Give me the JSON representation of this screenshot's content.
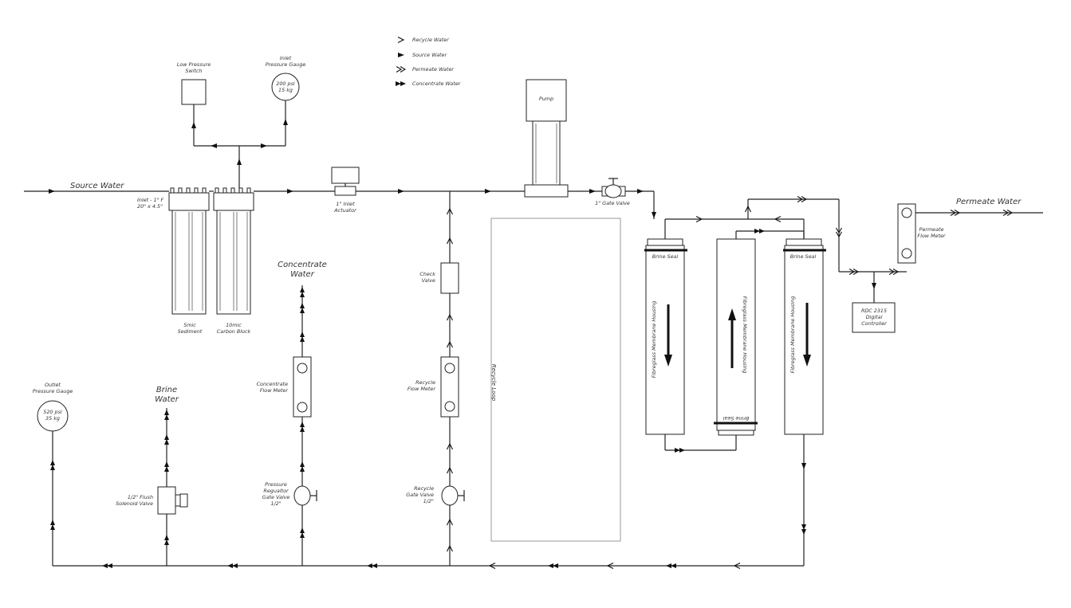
{
  "colors": {
    "line": "#222222",
    "arrow": "#111111",
    "text": "#333333",
    "loop": "#999999"
  },
  "legend": [
    {
      "label": "Recycle Water",
      "icon": "recycle-arrow-icon"
    },
    {
      "label": "Source Water",
      "icon": "source-arrow-icon"
    },
    {
      "label": "Permeate Water",
      "icon": "permeate-arrow-icon"
    },
    {
      "label": "Concentrate Water",
      "icon": "concentrate-arrow-icon"
    }
  ],
  "labels": {
    "source_water": "Source Water",
    "permeate_water": "Permeate Water",
    "concentrate_water": [
      "Concentrate",
      "Water"
    ],
    "brine_water": [
      "Brine",
      "Water"
    ],
    "recycle_loop": "Recycle Loop",
    "inlet_size": [
      "Inlet - 1\" F",
      "20\" x 4.5\""
    ],
    "low_pressure_switch": [
      "Low Pressure",
      "Switch"
    ],
    "inlet_gauge": [
      "Inlet",
      "Pressure Gauge"
    ],
    "inlet_gauge_values": [
      "200 psi",
      "15 kg"
    ],
    "outlet_gauge": [
      "Outlet",
      "Pressure Gauge"
    ],
    "outlet_gauge_values": [
      "520 psi",
      "35 kg"
    ],
    "sediment_filter": [
      "5mic",
      "Sediment"
    ],
    "carbon_filter": [
      "10mic",
      "Carbon Block"
    ],
    "inlet_actuator": [
      "1\" Inlet",
      "Actuator"
    ],
    "pump": "Pump",
    "gate_valve": "1\" Gate Valve",
    "check_valve": [
      "Check",
      "Valve"
    ],
    "recycle_flow_meter": [
      "Recycle",
      "Flow Meter"
    ],
    "concentrate_flow_meter": [
      "Concentrate",
      "Flow Meter"
    ],
    "pressure_regulator": [
      "Pressure",
      "Regualtor",
      "Gate Valve",
      "1/2\""
    ],
    "recycle_gate_valve": [
      "Recycle",
      "Gate Valve",
      "1/2\""
    ],
    "flush_valve": [
      "1/2\" Flush",
      "Solenoid Valve"
    ],
    "brine_seal": "Brine Seal",
    "membrane_housing": "Fibreglass Membrane Housing",
    "permeate_flow_meter": [
      "Permeate",
      "Flow Meter"
    ],
    "controller": [
      "RDC 2315",
      "Digital",
      "Controller"
    ]
  }
}
